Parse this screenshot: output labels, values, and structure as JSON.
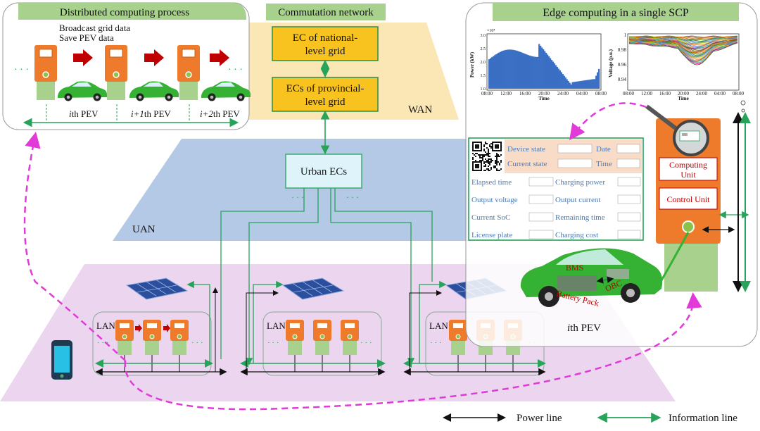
{
  "panels": {
    "distributed": {
      "title": "Distributed computing process",
      "note1": "Broadcast grid data",
      "note2": "Save PEV data",
      "pev_labels": [
        {
          "italic": "i",
          "rest": "th PEV"
        },
        {
          "italic": "i+1",
          "rest": "th PEV"
        },
        {
          "italic": "i+2",
          "rest": "th PEV"
        }
      ]
    },
    "commutation": {
      "title": "Commutation network",
      "national_line1": "EC of national-",
      "national_line2": "level grid",
      "provincial_line1": "ECs of provincial-",
      "provincial_line2": "level grid",
      "wan": "WAN"
    },
    "uan": {
      "label": "UAN",
      "urban": "Urban ECs",
      "dots": "·  ·  ·"
    },
    "edge": {
      "title": "Edge computing in a single SCP",
      "computing_unit_line1": "Computing",
      "computing_unit_line2": "Unit",
      "control_unit": "Control Unit",
      "pev_label": {
        "italic": "i",
        "rest": "th PEV"
      },
      "car_labels": {
        "bms": "BMS",
        "battery": "Battery Pack",
        "obc": "OBC"
      }
    },
    "lan": {
      "label": "LAN"
    }
  },
  "charts": {
    "power": {
      "ylabel": "Power (kW)",
      "xlabel": "Time",
      "exp": "×10⁴",
      "yticks": [
        "3.0",
        "2.5",
        "2.0",
        "1.5",
        "1.0"
      ],
      "xticks": [
        "08:00",
        "12:00",
        "16:00",
        "20:00",
        "24:00",
        "04:00",
        "08:00"
      ],
      "color": "#3a6fc4"
    },
    "voltage": {
      "ylabel": "Voltage (p.u.)",
      "xlabel": "Time",
      "yticks": [
        "1",
        "0.98",
        "0.96",
        "0.94"
      ],
      "xticks": [
        "08:00",
        "12:00",
        "16:00",
        "20:00",
        "24:00",
        "04:00",
        "08:00"
      ]
    }
  },
  "display": {
    "device_state": "Device state",
    "date": "Date",
    "current_state": "Current state",
    "time": "Time",
    "rows": [
      {
        "left": "Elapsed time",
        "right": "Charging power"
      },
      {
        "left": "Output voltage",
        "right": "Output current"
      },
      {
        "left": "Current SoC",
        "right": "Remaining time"
      },
      {
        "left": "License plate",
        "right": "Charging cost"
      }
    ]
  },
  "legend": {
    "power_line": "Power line",
    "information_line": "Information line"
  },
  "colors": {
    "green_line": "#27a35a",
    "orange": "#ee7a2c",
    "light_green": "#a9d18e",
    "magenta": "#e13ad8",
    "pink_plane": "#ecd5ee",
    "blue_plane": "#b4c9e6",
    "yellow_plane": "#fbe7b5",
    "title_green": "#a8d18d",
    "gold_box": "#f9c31f",
    "dark_red": "#c00000"
  }
}
